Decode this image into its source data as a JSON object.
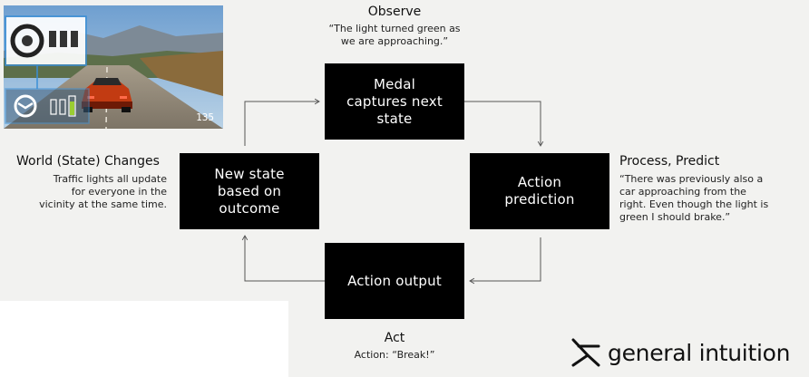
{
  "diagram": {
    "nodes": {
      "top": "Medal\ncaptures next\nstate",
      "right": "Action\nprediction",
      "bottom": "Action output",
      "left": "New state\nbased on\noutcome"
    },
    "observe": {
      "title": "Observe",
      "quote": "“The light turned green as\nwe are approaching.”"
    },
    "process": {
      "title": "Process, Predict",
      "quote": "“There was previously also a\ncar approaching from the\nright. Even though the light is\ngreen I should brake.”"
    },
    "world": {
      "title": "World (State) Changes",
      "quote": "Traffic lights all update\nfor everyone in the\nvicinity at the same time."
    },
    "act": {
      "title": "Act",
      "quote": "Action: “Break!”"
    }
  },
  "game": {
    "speed": "135"
  },
  "brand": {
    "name": "general intuition"
  },
  "colors": {
    "box": "#000000",
    "background": "#f2f2f0",
    "hud": "#3a8fd6",
    "gauge_green": "#9acd32"
  }
}
